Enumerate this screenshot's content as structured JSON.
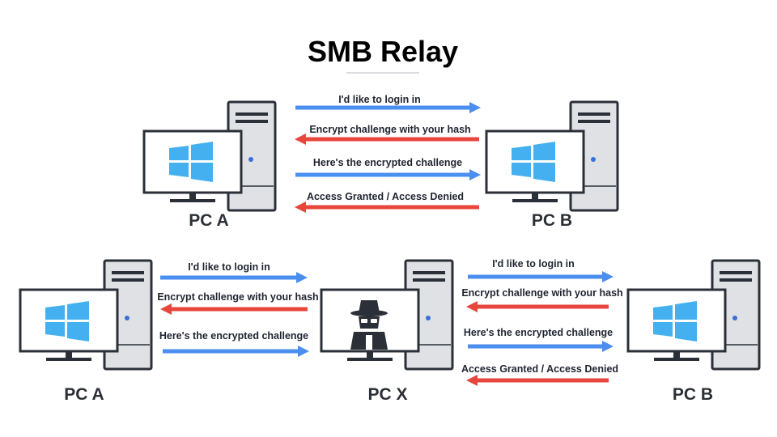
{
  "title": "SMB Relay",
  "colors": {
    "request_arrow": "#4a8ef0",
    "response_arrow": "#e8453c",
    "windows_logo": "#45b0ef",
    "tower_body": "#dfe1e5",
    "outline": "#2b3038"
  },
  "icons": {
    "client_screen": "windows-logo-icon",
    "attacker_screen": "hacker-spy-icon"
  },
  "direct": {
    "left_pc": {
      "label": "PC A"
    },
    "right_pc": {
      "label": "PC B"
    },
    "messages": [
      {
        "text": "I'd like to login in",
        "direction": "to-right",
        "color": "request"
      },
      {
        "text": "Encrypt challenge with your hash",
        "direction": "to-left",
        "color": "response"
      },
      {
        "text": "Here's the encrypted challenge",
        "direction": "to-right",
        "color": "request"
      },
      {
        "text": "Access Granted / Access Denied",
        "direction": "to-left",
        "color": "response"
      }
    ]
  },
  "relay": {
    "left_pc": {
      "label": "PC A"
    },
    "middle_pc": {
      "label": "PC X"
    },
    "right_pc": {
      "label": "PC B"
    },
    "left_messages": [
      {
        "text": "I'd like to login in",
        "direction": "to-right",
        "color": "request"
      },
      {
        "text": "Encrypt challenge with your hash",
        "direction": "to-left",
        "color": "response"
      },
      {
        "text": "Here's the encrypted challenge",
        "direction": "to-right",
        "color": "request"
      }
    ],
    "right_messages": [
      {
        "text": "I'd like to login in",
        "direction": "to-right",
        "color": "request"
      },
      {
        "text": "Encrypt challenge with your hash",
        "direction": "to-left",
        "color": "response"
      },
      {
        "text": "Here's the encrypted challenge",
        "direction": "to-right",
        "color": "request"
      },
      {
        "text": "Access Granted / Access Denied",
        "direction": "to-left",
        "color": "response"
      }
    ]
  }
}
